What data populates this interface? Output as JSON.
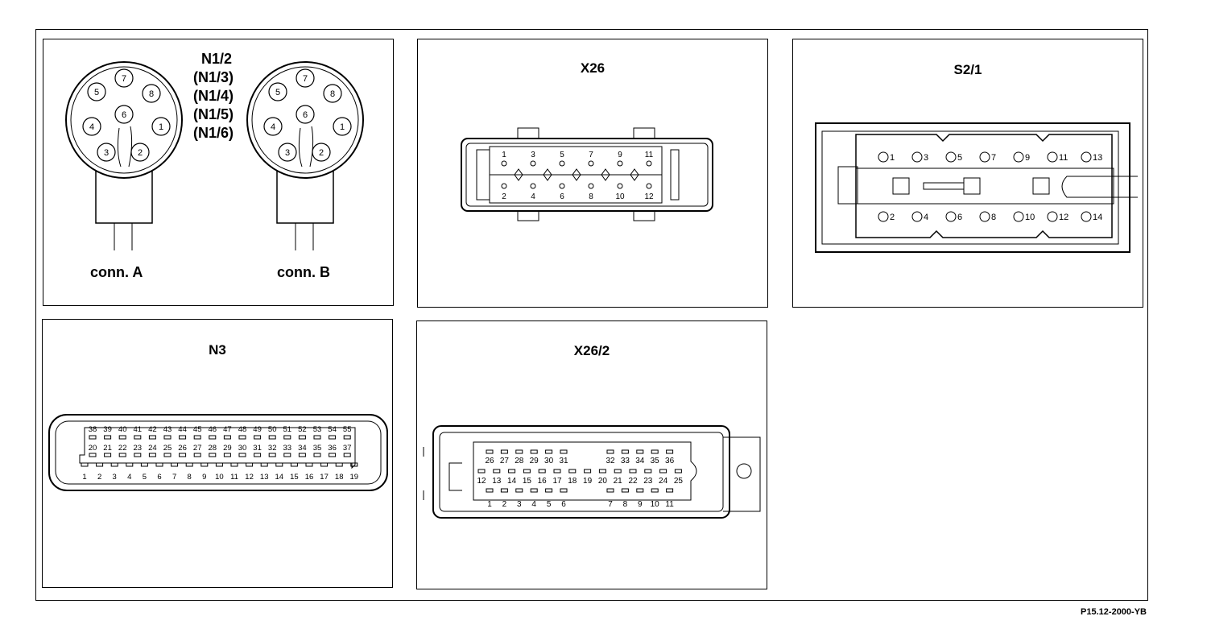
{
  "panels": {
    "n12": {
      "title_lines": [
        "N1/2",
        "(N1/3)",
        "(N1/4)",
        "(N1/5)",
        "(N1/6)"
      ],
      "conn_a_label": "conn. A",
      "conn_b_label": "conn. B",
      "pins": [
        "1",
        "2",
        "3",
        "4",
        "5",
        "6",
        "7",
        "8"
      ]
    },
    "x26": {
      "title": "X26",
      "top_pins": [
        "1",
        "3",
        "5",
        "7",
        "9",
        "11"
      ],
      "bottom_pins": [
        "2",
        "4",
        "6",
        "8",
        "10",
        "12"
      ]
    },
    "s21": {
      "title": "S2/1",
      "top_pins": [
        "1",
        "3",
        "5",
        "7",
        "9",
        "11",
        "13"
      ],
      "bottom_pins": [
        "2",
        "4",
        "6",
        "8",
        "10",
        "12",
        "14"
      ]
    },
    "n3": {
      "title": "N3",
      "row_top": [
        "38",
        "39",
        "40",
        "41",
        "42",
        "43",
        "44",
        "45",
        "46",
        "47",
        "48",
        "49",
        "50",
        "51",
        "52",
        "53",
        "54",
        "55"
      ],
      "row_mid": [
        "20",
        "21",
        "22",
        "23",
        "24",
        "25",
        "26",
        "27",
        "28",
        "29",
        "30",
        "31",
        "32",
        "33",
        "34",
        "35",
        "36",
        "37"
      ],
      "row_bottom": [
        "1",
        "2",
        "3",
        "4",
        "5",
        "6",
        "7",
        "8",
        "9",
        "10",
        "11",
        "12",
        "13",
        "14",
        "15",
        "16",
        "17",
        "18",
        "19"
      ]
    },
    "x262": {
      "title": "X26/2",
      "row_top_left": [
        "26",
        "27",
        "28",
        "29",
        "30",
        "31"
      ],
      "row_top_right": [
        "32",
        "33",
        "34",
        "35",
        "36"
      ],
      "row_mid": [
        "12",
        "13",
        "14",
        "15",
        "16",
        "17",
        "18",
        "19",
        "20",
        "21",
        "22",
        "23",
        "24",
        "25"
      ],
      "row_bottom_left": [
        "1",
        "2",
        "3",
        "4",
        "5",
        "6"
      ],
      "row_bottom_right": [
        "7",
        "8",
        "9",
        "10",
        "11"
      ]
    }
  },
  "figure_code": "P15.12-2000-YB"
}
